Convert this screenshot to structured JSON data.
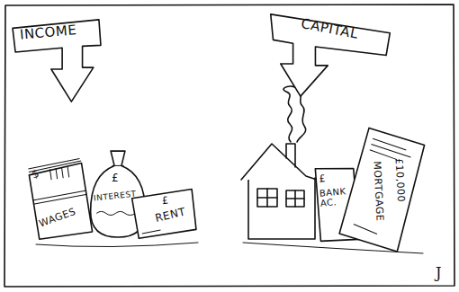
{
  "diagram": {
    "nodes": [
      {
        "text": [
          "INCOME"
        ]
      },
      {
        "text": [
          "CAPITAL"
        ]
      },
      {
        "text": [
          "$",
          "WAGES"
        ]
      },
      {
        "text": [
          "£",
          "INTEREST"
        ]
      },
      {
        "text": [
          "£",
          "RENT"
        ]
      },
      {
        "text": [
          "£",
          "BANK AC."
        ]
      },
      {
        "text": [
          "£10,000",
          "MORTGAGE"
        ]
      }
    ],
    "labels": [
      "J"
    ]
  }
}
